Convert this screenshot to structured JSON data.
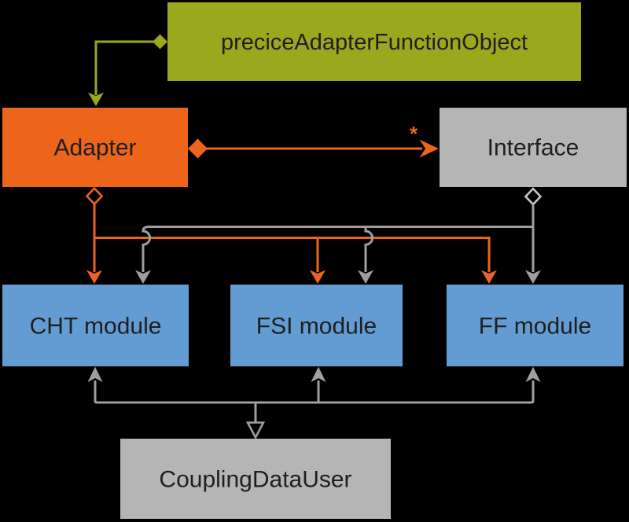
{
  "colors": {
    "background": "#000000",
    "green": "#9aa81e",
    "orange": "#ec651b",
    "blue": "#639cd2",
    "gray_box": "#b5b5b5",
    "gray_line": "#9e9e9e",
    "gray_diamond": "#c6c6c6",
    "text": "#1f1f1f"
  },
  "nodes": {
    "function_object": {
      "label": "preciceAdapterFunctionObject"
    },
    "adapter": {
      "label": "Adapter"
    },
    "interface": {
      "label": "Interface"
    },
    "cht_module": {
      "label": "CHT module"
    },
    "fsi_module": {
      "label": "FSI module"
    },
    "ff_module": {
      "label": "FF module"
    },
    "coupling_data_user": {
      "label": "CouplingDataUser"
    }
  },
  "edges": {
    "multiplicity_label": "*",
    "relations": [
      {
        "from": "preciceAdapterFunctionObject",
        "to": "Adapter",
        "type": "composition-with-arrow",
        "color": "green"
      },
      {
        "from": "Adapter",
        "to": "Interface",
        "type": "composition-with-arrow",
        "multiplicity": "*",
        "color": "orange"
      },
      {
        "from": "Adapter",
        "to": "CHT module",
        "type": "aggregation-with-arrow",
        "color": "orange"
      },
      {
        "from": "Adapter",
        "to": "FSI module",
        "type": "aggregation-with-arrow",
        "color": "orange"
      },
      {
        "from": "Adapter",
        "to": "FF module",
        "type": "aggregation-with-arrow",
        "color": "orange"
      },
      {
        "from": "Interface",
        "to": "CHT module",
        "type": "aggregation-with-arrow",
        "color": "gray"
      },
      {
        "from": "Interface",
        "to": "FSI module",
        "type": "aggregation-with-arrow",
        "color": "gray"
      },
      {
        "from": "Interface",
        "to": "FF module",
        "type": "aggregation-with-arrow",
        "color": "gray"
      },
      {
        "from": "CouplingDataUser",
        "to": "CHT module",
        "type": "arrow",
        "color": "gray"
      },
      {
        "from": "CouplingDataUser",
        "to": "FSI module",
        "type": "arrow",
        "color": "gray"
      },
      {
        "from": "CouplingDataUser",
        "to": "FF module",
        "type": "arrow",
        "color": "gray"
      },
      {
        "from": "modules",
        "to": "CouplingDataUser",
        "type": "inheritance-hollow-triangle",
        "color": "gray"
      }
    ]
  }
}
